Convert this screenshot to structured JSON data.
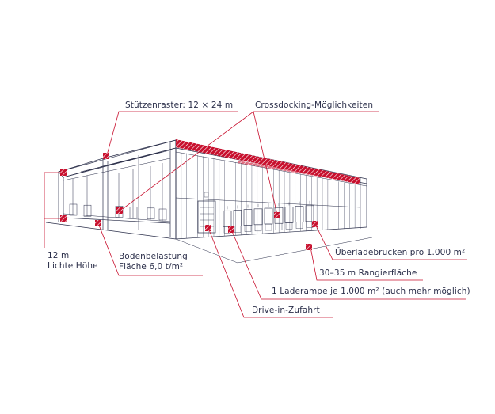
{
  "colors": {
    "line": "#2b2f4a",
    "accent": "#c8102e",
    "background": "#ffffff"
  },
  "labels": {
    "stuetzenraster": "Stützenraster: 12 × 24 m",
    "crossdocking": "Crossdocking-Möglichkeiten",
    "lichte_hoehe_value": "12 m",
    "lichte_hoehe_text": "Lichte Höhe",
    "bodenbelastung_title": "Bodenbelastung",
    "bodenbelastung_value": "Fläche 6,0 t/m²",
    "ueberladebruecken": "Überladebrücken pro 1.000 m²",
    "rangierflaeche": "30–35 m Rangierfläche",
    "laderampe": "1 Laderampe je 1.000 m² (auch mehr möglich)",
    "drive_in": "Drive-in-Zufahrt"
  }
}
